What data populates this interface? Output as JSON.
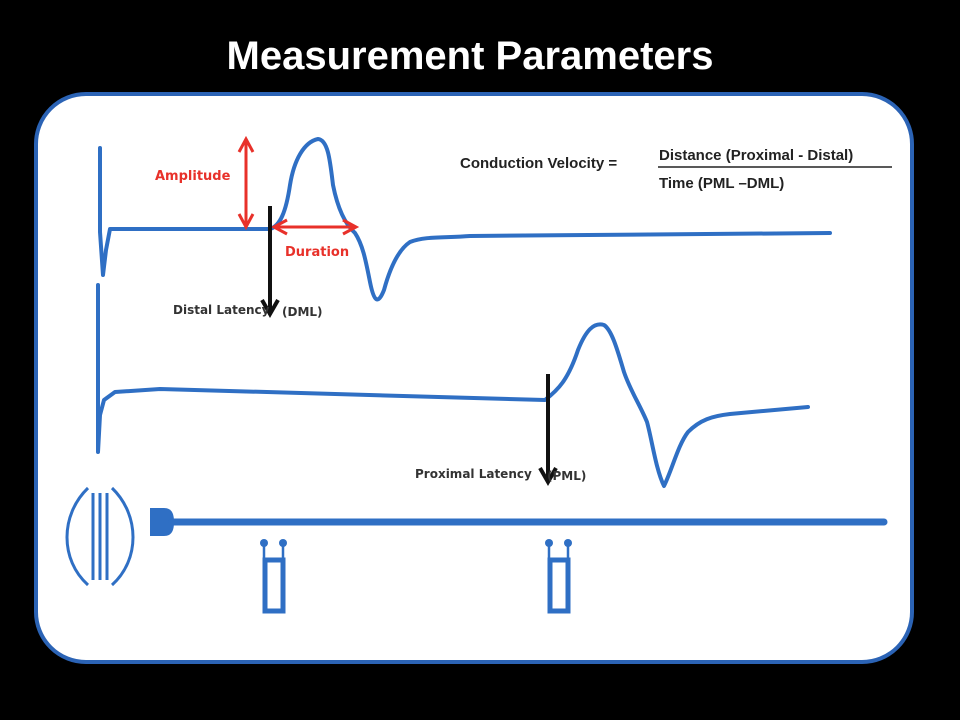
{
  "title": "Measurement Parameters",
  "formula": {
    "lhs": "Conduction  Velocity =",
    "numerator": "Distance  (Proximal - Distal)",
    "denominator": "Time (PML –DML)"
  },
  "labels": {
    "amplitude": "Amplitude",
    "duration": "Duration",
    "distal_latency": "Distal Latency",
    "dml": "(DML)",
    "proximal_latency": "Proximal Latency",
    "pml": "(PML)"
  },
  "colors": {
    "background": "#000000",
    "panel": "#ffffff",
    "panel_border": "#2b63b5",
    "trace": "#2f6fc4",
    "annotation_red": "#e8312a",
    "marker_black": "#111111",
    "text_dark": "#222222"
  },
  "icons": [
    "arm-electrode-icon",
    "distal-recording-electrode-icon",
    "proximal-recording-electrode-icon"
  ]
}
